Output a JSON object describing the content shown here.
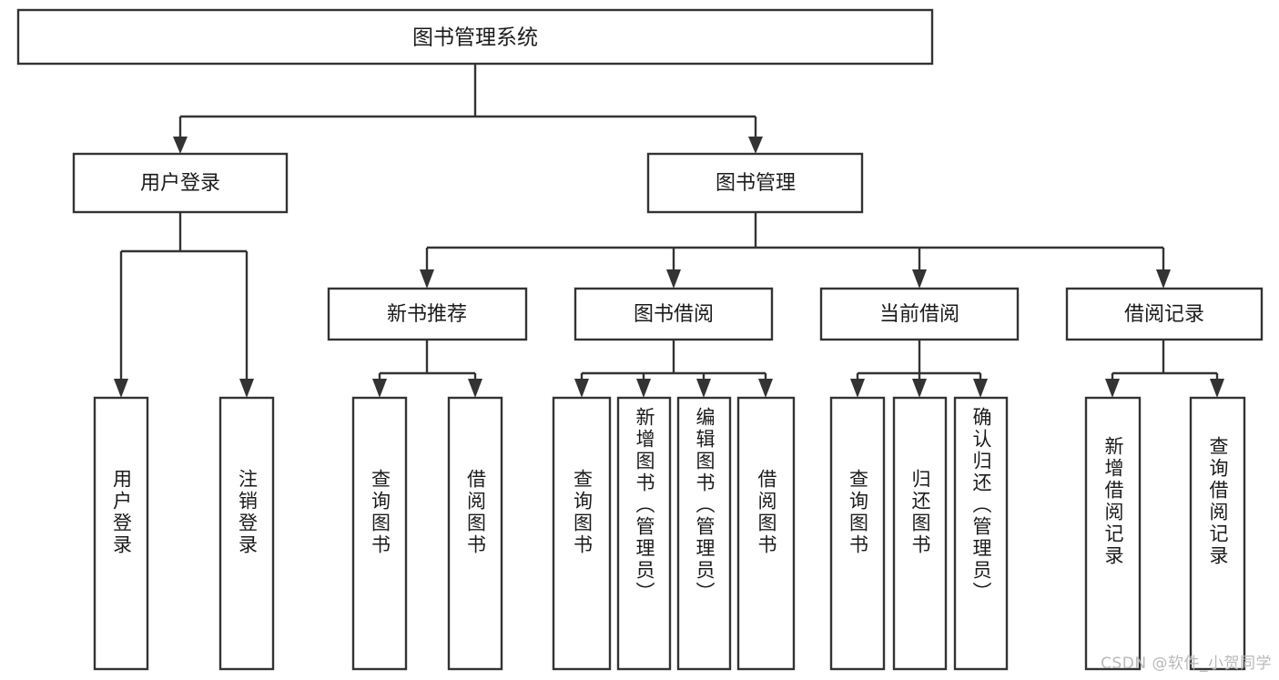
{
  "diagram": {
    "type": "tree",
    "title": "图书管理系统",
    "watermark": "CSDN @软件_小贺同学",
    "colors": {
      "background": "#ffffff",
      "box_stroke": "#333333",
      "box_fill": "#ffffff",
      "text": "#1b1b1b",
      "watermark": "#b9b9b9"
    },
    "root": {
      "label": "图书管理系统"
    },
    "level2": [
      {
        "label": "用户登录"
      },
      {
        "label": "图书管理"
      }
    ],
    "level3": [
      {
        "label": "新书推荐"
      },
      {
        "label": "图书借阅"
      },
      {
        "label": "当前借阅"
      },
      {
        "label": "借阅记录"
      }
    ],
    "leaves": {
      "user_login": [
        {
          "label": "用户登录"
        },
        {
          "label": "注销登录"
        }
      ],
      "new_book": [
        {
          "label": "查询图书"
        },
        {
          "label": "借阅图书"
        }
      ],
      "borrow_book": [
        {
          "label": "查询图书"
        },
        {
          "label": "新增图书（管理员）"
        },
        {
          "label": "编辑图书（管理员）"
        },
        {
          "label": "借阅图书"
        }
      ],
      "current_borrow": [
        {
          "label": "查询图书"
        },
        {
          "label": "归还图书"
        },
        {
          "label": "确认归还（管理员）"
        }
      ],
      "borrow_record": [
        {
          "label": "新增借阅记录"
        },
        {
          "label": "查询借阅记录"
        }
      ]
    }
  }
}
